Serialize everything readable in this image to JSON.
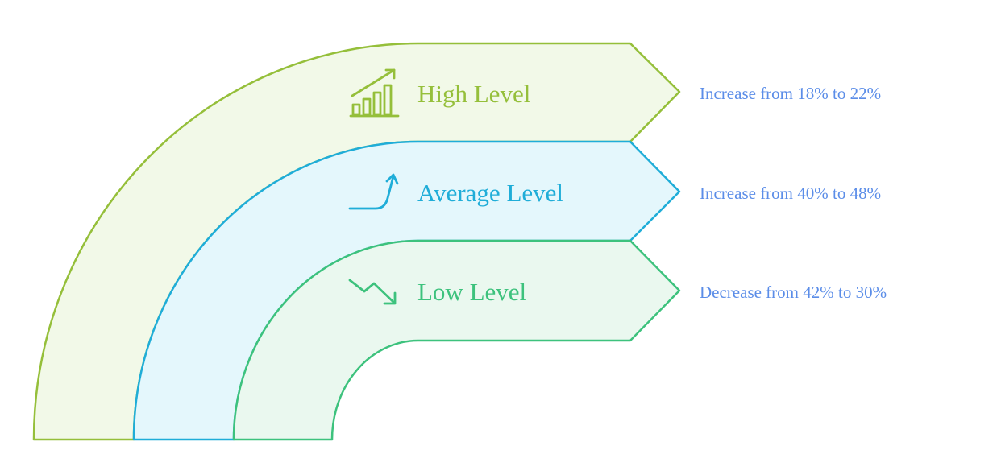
{
  "levels": [
    {
      "title": "High Level",
      "description": "Increase from 18% to 22%",
      "icon": "bar-chart-growth-icon",
      "stroke_color": "#95BF3A",
      "fill_color": "#F2F9E8",
      "text_color": "#95BF3A"
    },
    {
      "title": "Average Level",
      "description": "Increase from 40% to 48%",
      "icon": "curve-up-arrow-icon",
      "stroke_color": "#1FADD8",
      "fill_color": "#E4F7FC",
      "text_color": "#1FADD8"
    },
    {
      "title": "Low Level",
      "description": "Decrease from 42% to 30%",
      "icon": "trend-down-arrow-icon",
      "stroke_color": "#3DC27D",
      "fill_color": "#EAF8EF",
      "text_color": "#3DC27D"
    }
  ],
  "description_color": "#5B8DE8"
}
